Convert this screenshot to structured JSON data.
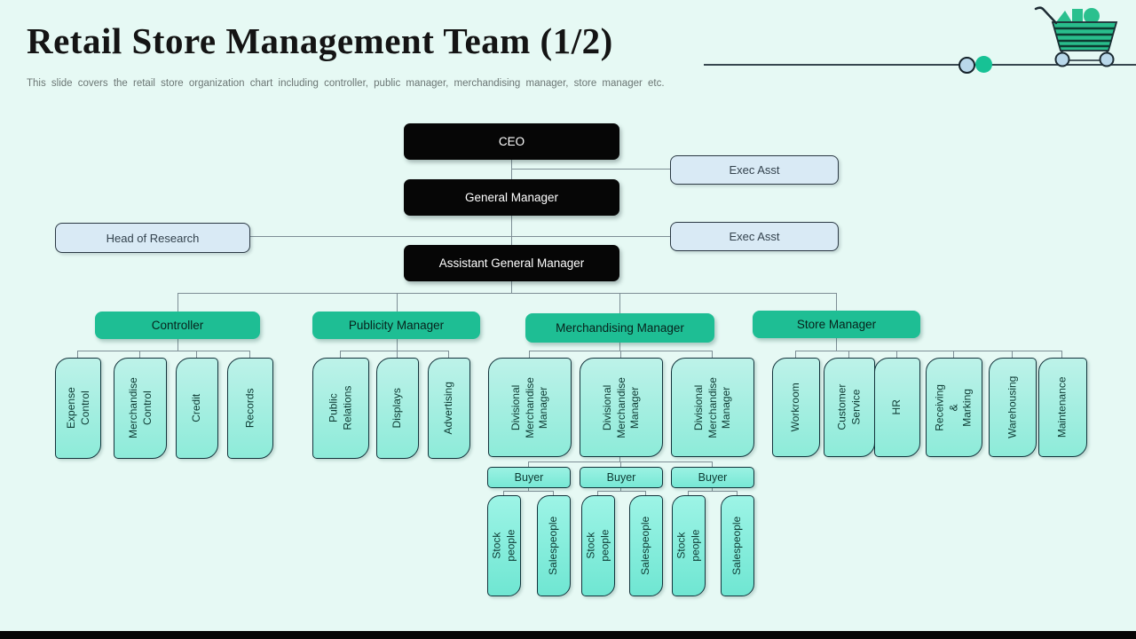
{
  "slide": {
    "title": "Retail Store Management Team (1/2)",
    "subtitle": "This slide covers the retail store organization chart including  controller, public manager, merchandising manager, store manager etc."
  },
  "colors": {
    "background": "#e6f9f4",
    "accent_teal": "#1ebe94",
    "node_black": "#060606",
    "node_blue_fill": "#d9eaf5",
    "leaf_fill_top": "#bdf2e9",
    "leaf_fill_bottom": "#8debd9",
    "connector": "#7d8e95"
  },
  "org": {
    "ceo": "CEO",
    "exec_asst_top": "Exec Asst",
    "general_manager": "General Manager",
    "head_of_research": "Head of Research",
    "exec_asst_mid": "Exec Asst",
    "assistant_general_manager": "Assistant General Manager",
    "groups": {
      "controller": {
        "label": "Controller",
        "children": [
          "Expense\nControl",
          "Merchandise\nControl",
          "Credit",
          "Records"
        ]
      },
      "publicity": {
        "label": "Publicity Manager",
        "children": [
          "Public\nRelations",
          "Displays",
          "Advertising"
        ]
      },
      "merchandising": {
        "label": "Merchandising Manager",
        "children": [
          "Divisional\nMerchandise\nManager",
          "Divisional\nMerchandise\nManager",
          "Divisional\nMerchandise\nManager"
        ]
      },
      "store": {
        "label": "Store Manager",
        "children": [
          "Workroom",
          "Customer\nService",
          "HR",
          "Receiving &\nMarking",
          "Warehousing",
          "Maintenance"
        ]
      }
    },
    "buyers": [
      "Buyer",
      "Buyer",
      "Buyer"
    ],
    "buyer_teams": [
      "Stock people",
      "Salespeople",
      "Stock people",
      "Salespeople",
      "Stock people",
      "Salespeople"
    ]
  }
}
